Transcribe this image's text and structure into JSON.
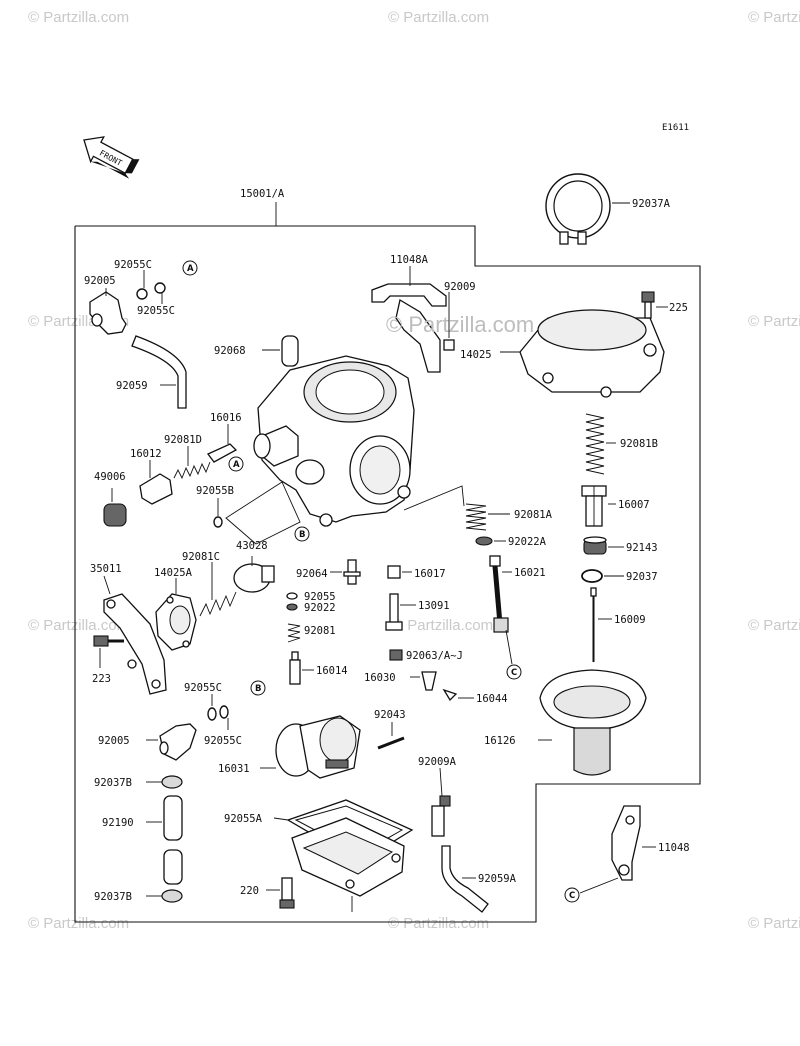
{
  "diagram": {
    "code": "E1611",
    "front_label": "FRONT",
    "assembly_label": "15001/A",
    "watermark": "© Partzilla.com",
    "watermark_big": "© Partzilla.com",
    "parts": [
      {
        "id": "p92037A",
        "text": "92037A"
      },
      {
        "id": "p11048A",
        "text": "11048A"
      },
      {
        "id": "p92009",
        "text": "92009"
      },
      {
        "id": "p225",
        "text": "225"
      },
      {
        "id": "p14025",
        "text": "14025"
      },
      {
        "id": "p92055C_1",
        "text": "92055C"
      },
      {
        "id": "p92005_1",
        "text": "92005"
      },
      {
        "id": "p92055C_2",
        "text": "92055C"
      },
      {
        "id": "p92068",
        "text": "92068"
      },
      {
        "id": "p92059",
        "text": "92059"
      },
      {
        "id": "p16016",
        "text": "16016"
      },
      {
        "id": "p92081D",
        "text": "92081D"
      },
      {
        "id": "p16012",
        "text": "16012"
      },
      {
        "id": "p49006",
        "text": "49006"
      },
      {
        "id": "p92055B",
        "text": "92055B"
      },
      {
        "id": "p92081B",
        "text": "92081B"
      },
      {
        "id": "p16007",
        "text": "16007"
      },
      {
        "id": "p92081A",
        "text": "92081A"
      },
      {
        "id": "p92022A",
        "text": "92022A"
      },
      {
        "id": "p92143",
        "text": "92143"
      },
      {
        "id": "p16021",
        "text": "16021"
      },
      {
        "id": "p92037",
        "text": "92037"
      },
      {
        "id": "p43028",
        "text": "43028"
      },
      {
        "id": "p35011",
        "text": "35011"
      },
      {
        "id": "p14025A",
        "text": "14025A"
      },
      {
        "id": "p92081C",
        "text": "92081C"
      },
      {
        "id": "p92064",
        "text": "92064"
      },
      {
        "id": "p16017",
        "text": "16017"
      },
      {
        "id": "p92055",
        "text": "92055"
      },
      {
        "id": "p92022",
        "text": "92022"
      },
      {
        "id": "p13091",
        "text": "13091"
      },
      {
        "id": "p92081",
        "text": "92081"
      },
      {
        "id": "p16009",
        "text": "16009"
      },
      {
        "id": "p223",
        "text": "223"
      },
      {
        "id": "p16014",
        "text": "16014"
      },
      {
        "id": "p92063",
        "text": "92063/A~J"
      },
      {
        "id": "p16030",
        "text": "16030"
      },
      {
        "id": "p16044",
        "text": "16044"
      },
      {
        "id": "p92055C_3",
        "text": "92055C"
      },
      {
        "id": "p92005_2",
        "text": "92005"
      },
      {
        "id": "p92055C_4",
        "text": "92055C"
      },
      {
        "id": "p92043",
        "text": "92043"
      },
      {
        "id": "p16126",
        "text": "16126"
      },
      {
        "id": "p16031",
        "text": "16031"
      },
      {
        "id": "p92037B_1",
        "text": "92037B"
      },
      {
        "id": "p92009A",
        "text": "92009A"
      },
      {
        "id": "p92190",
        "text": "92190"
      },
      {
        "id": "p92055A",
        "text": "92055A"
      },
      {
        "id": "p11048",
        "text": "11048"
      },
      {
        "id": "p92059A",
        "text": "92059A"
      },
      {
        "id": "p220",
        "text": "220"
      },
      {
        "id": "p92037B_2",
        "text": "92037B"
      }
    ],
    "callouts": {
      "a": "A",
      "b": "B",
      "c": "C"
    }
  }
}
